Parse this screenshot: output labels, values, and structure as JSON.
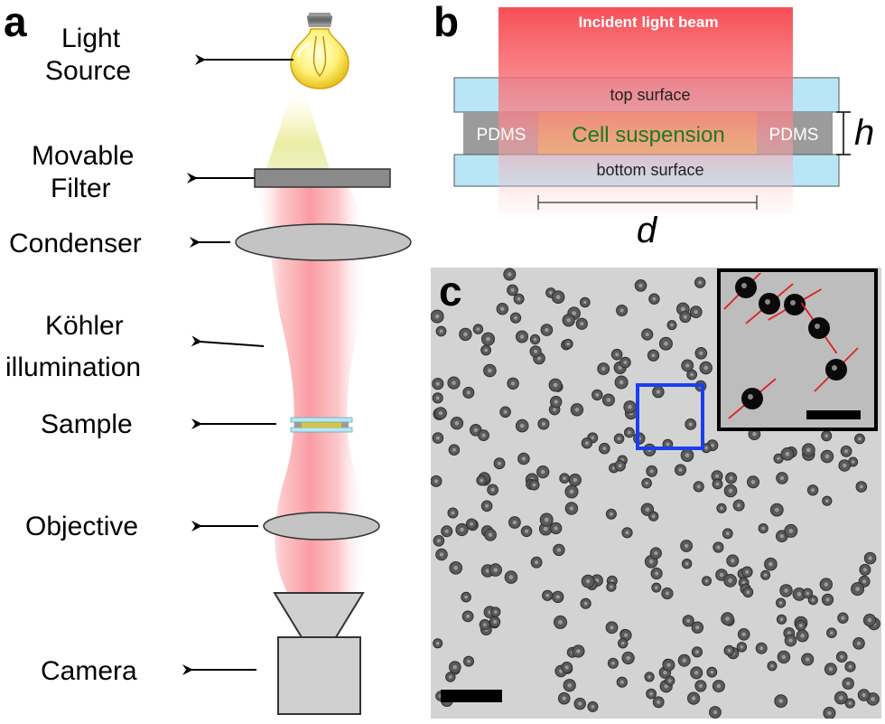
{
  "panel_a": {
    "letter": "a",
    "labels": {
      "light_source": [
        "Light",
        "Source"
      ],
      "movable_filter": [
        "Movable",
        "Filter"
      ],
      "condenser": "Condenser",
      "kohler": [
        "Köhler",
        "illumination"
      ],
      "sample": "Sample",
      "objective": "Objective",
      "camera": "Camera"
    }
  },
  "panel_b": {
    "letter": "b",
    "beam_label": "Incident light beam",
    "top_surface": "top surface",
    "bottom_surface": "bottom surface",
    "pdms_left": "PDMS",
    "pdms_right": "PDMS",
    "cell_suspension": "Cell suspension",
    "height_symbol": "h",
    "distance_symbol": "d"
  },
  "panel_c": {
    "letter": "c"
  },
  "colors": {
    "beam": "#f6a0a5",
    "glass": "#b9e6f6",
    "pdms": "#9b9b9b",
    "cell_suspension": "#d8b850",
    "cell_text": "#1d7a1d",
    "roi_box": "#1a3ef0",
    "inset_line": "#e02020"
  }
}
